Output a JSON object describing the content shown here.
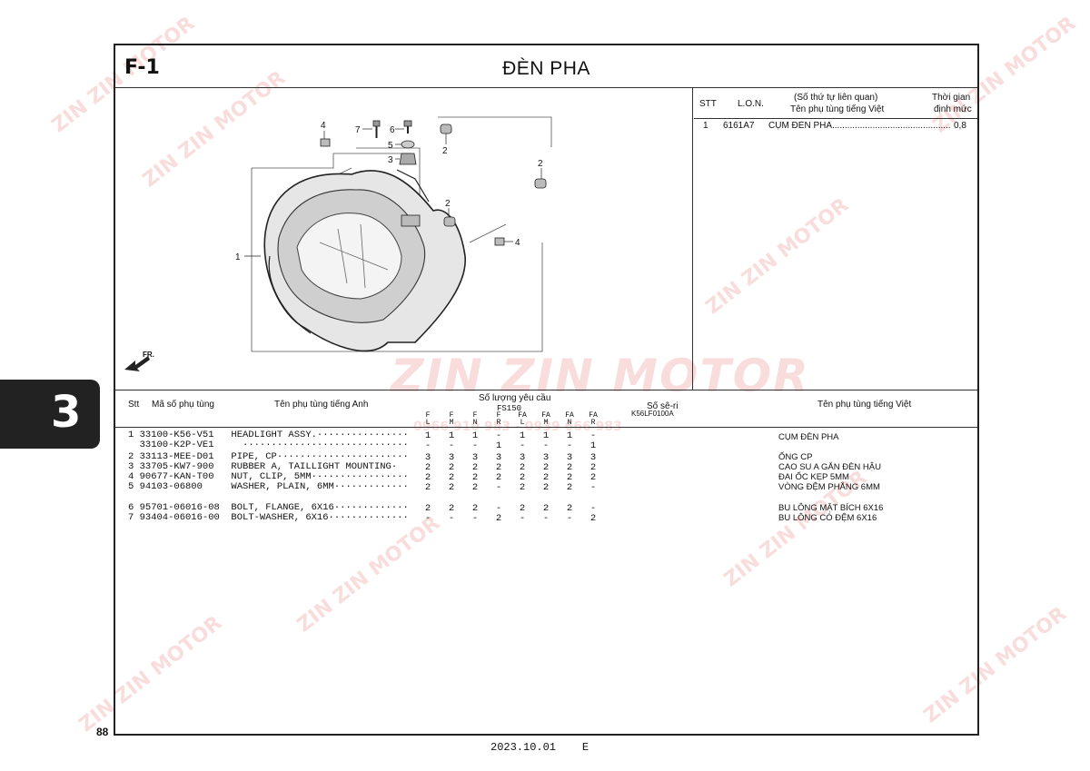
{
  "page": {
    "code": "F-1",
    "title": "ĐÈN PHA",
    "number": "88",
    "tab": "3",
    "footer_date": "2023.10.01",
    "footer_letter": "E"
  },
  "diagram": {
    "callouts": [
      "1",
      "2",
      "2",
      "2",
      "3",
      "4",
      "4",
      "5",
      "6",
      "7"
    ],
    "fr_label": "FR.",
    "code": "K56LF0100A"
  },
  "lon": {
    "headers": {
      "stt": "STT",
      "lon": "L.O.N.",
      "related": "(Số thứ tự liên quan)",
      "name": "Tên phụ tùng tiếng Việt",
      "time1": "Thời gian",
      "time2": "định mức"
    },
    "rows": [
      {
        "stt": "1",
        "lon": "6161A7",
        "name": "CỤM ĐÈN PHA....................................................",
        "time": "0,8"
      }
    ]
  },
  "table": {
    "headers": {
      "stt": "Stt",
      "part_no": "Mã số phụ tùng",
      "name_en": "Tên phụ tùng tiếng Anh",
      "qty": "Số lượng yêu cầu",
      "model": "FS150",
      "serial": "Số sê-ri",
      "name_vn": "Tên phụ tùng tiếng Việt"
    },
    "qty_cols": [
      [
        "F",
        "L"
      ],
      [
        "F",
        "M"
      ],
      [
        "F",
        "N"
      ],
      [
        "F",
        "R"
      ],
      [
        "FA",
        "L"
      ],
      [
        "FA",
        "M"
      ],
      [
        "FA",
        "N"
      ],
      [
        "FA",
        "R"
      ]
    ],
    "rows": [
      {
        "line": "1 33100-K56-V51   HEADLIGHT ASSY.················",
        "qty": [
          "1",
          "1",
          "1",
          "-",
          "1",
          "1",
          "1",
          "-"
        ],
        "vn": "CỤM ĐÈN PHA"
      },
      {
        "line": "  33100-K2P-VE1     ·····························",
        "qty": [
          "-",
          "-",
          "-",
          "1",
          "-",
          "-",
          "-",
          "1"
        ],
        "vn": ""
      },
      {
        "line": "2 33113-MEE-D01   PIPE, CP·······················",
        "qty": [
          "3",
          "3",
          "3",
          "3",
          "3",
          "3",
          "3",
          "3"
        ],
        "vn": "ỐNG CP"
      },
      {
        "line": "3 33705-KW7-900   RUBBER A, TAILLIGHT MOUNTING·",
        "qty": [
          "2",
          "2",
          "2",
          "2",
          "2",
          "2",
          "2",
          "2"
        ],
        "vn": "CAO SU A GẮN ĐÈN HẬU"
      },
      {
        "line": "4 90677-KAN-T00   NUT, CLIP, 5MM·················",
        "qty": [
          "2",
          "2",
          "2",
          "2",
          "2",
          "2",
          "2",
          "2"
        ],
        "vn": "ĐAI ỐC KẸP 5MM"
      },
      {
        "line": "5 94103-06800     WASHER, PLAIN, 6MM·············",
        "qty": [
          "2",
          "2",
          "2",
          "-",
          "2",
          "2",
          "2",
          "-"
        ],
        "vn": "VÒNG ĐỆM PHẲNG 6MM"
      },
      {
        "line": "6 95701-06016-08  BOLT, FLANGE, 6X16·············",
        "qty": [
          "2",
          "2",
          "2",
          "-",
          "2",
          "2",
          "2",
          "-"
        ],
        "vn": "BU LÔNG MẶT BÍCH 6X16"
      },
      {
        "line": "7 93404-06016-00  BOLT-WASHER, 6X16··············",
        "qty": [
          "-",
          "-",
          "-",
          "2",
          "-",
          "-",
          "-",
          "2"
        ],
        "vn": "BU LÔNG CÓ ĐỆM 6X16"
      }
    ]
  },
  "watermark": {
    "brand": "ZIN ZIN MOTOR",
    "phone": "0966 910 983 - 0939 666 983"
  },
  "colors": {
    "watermark": "#dc3c3c",
    "frame": "#222222"
  }
}
